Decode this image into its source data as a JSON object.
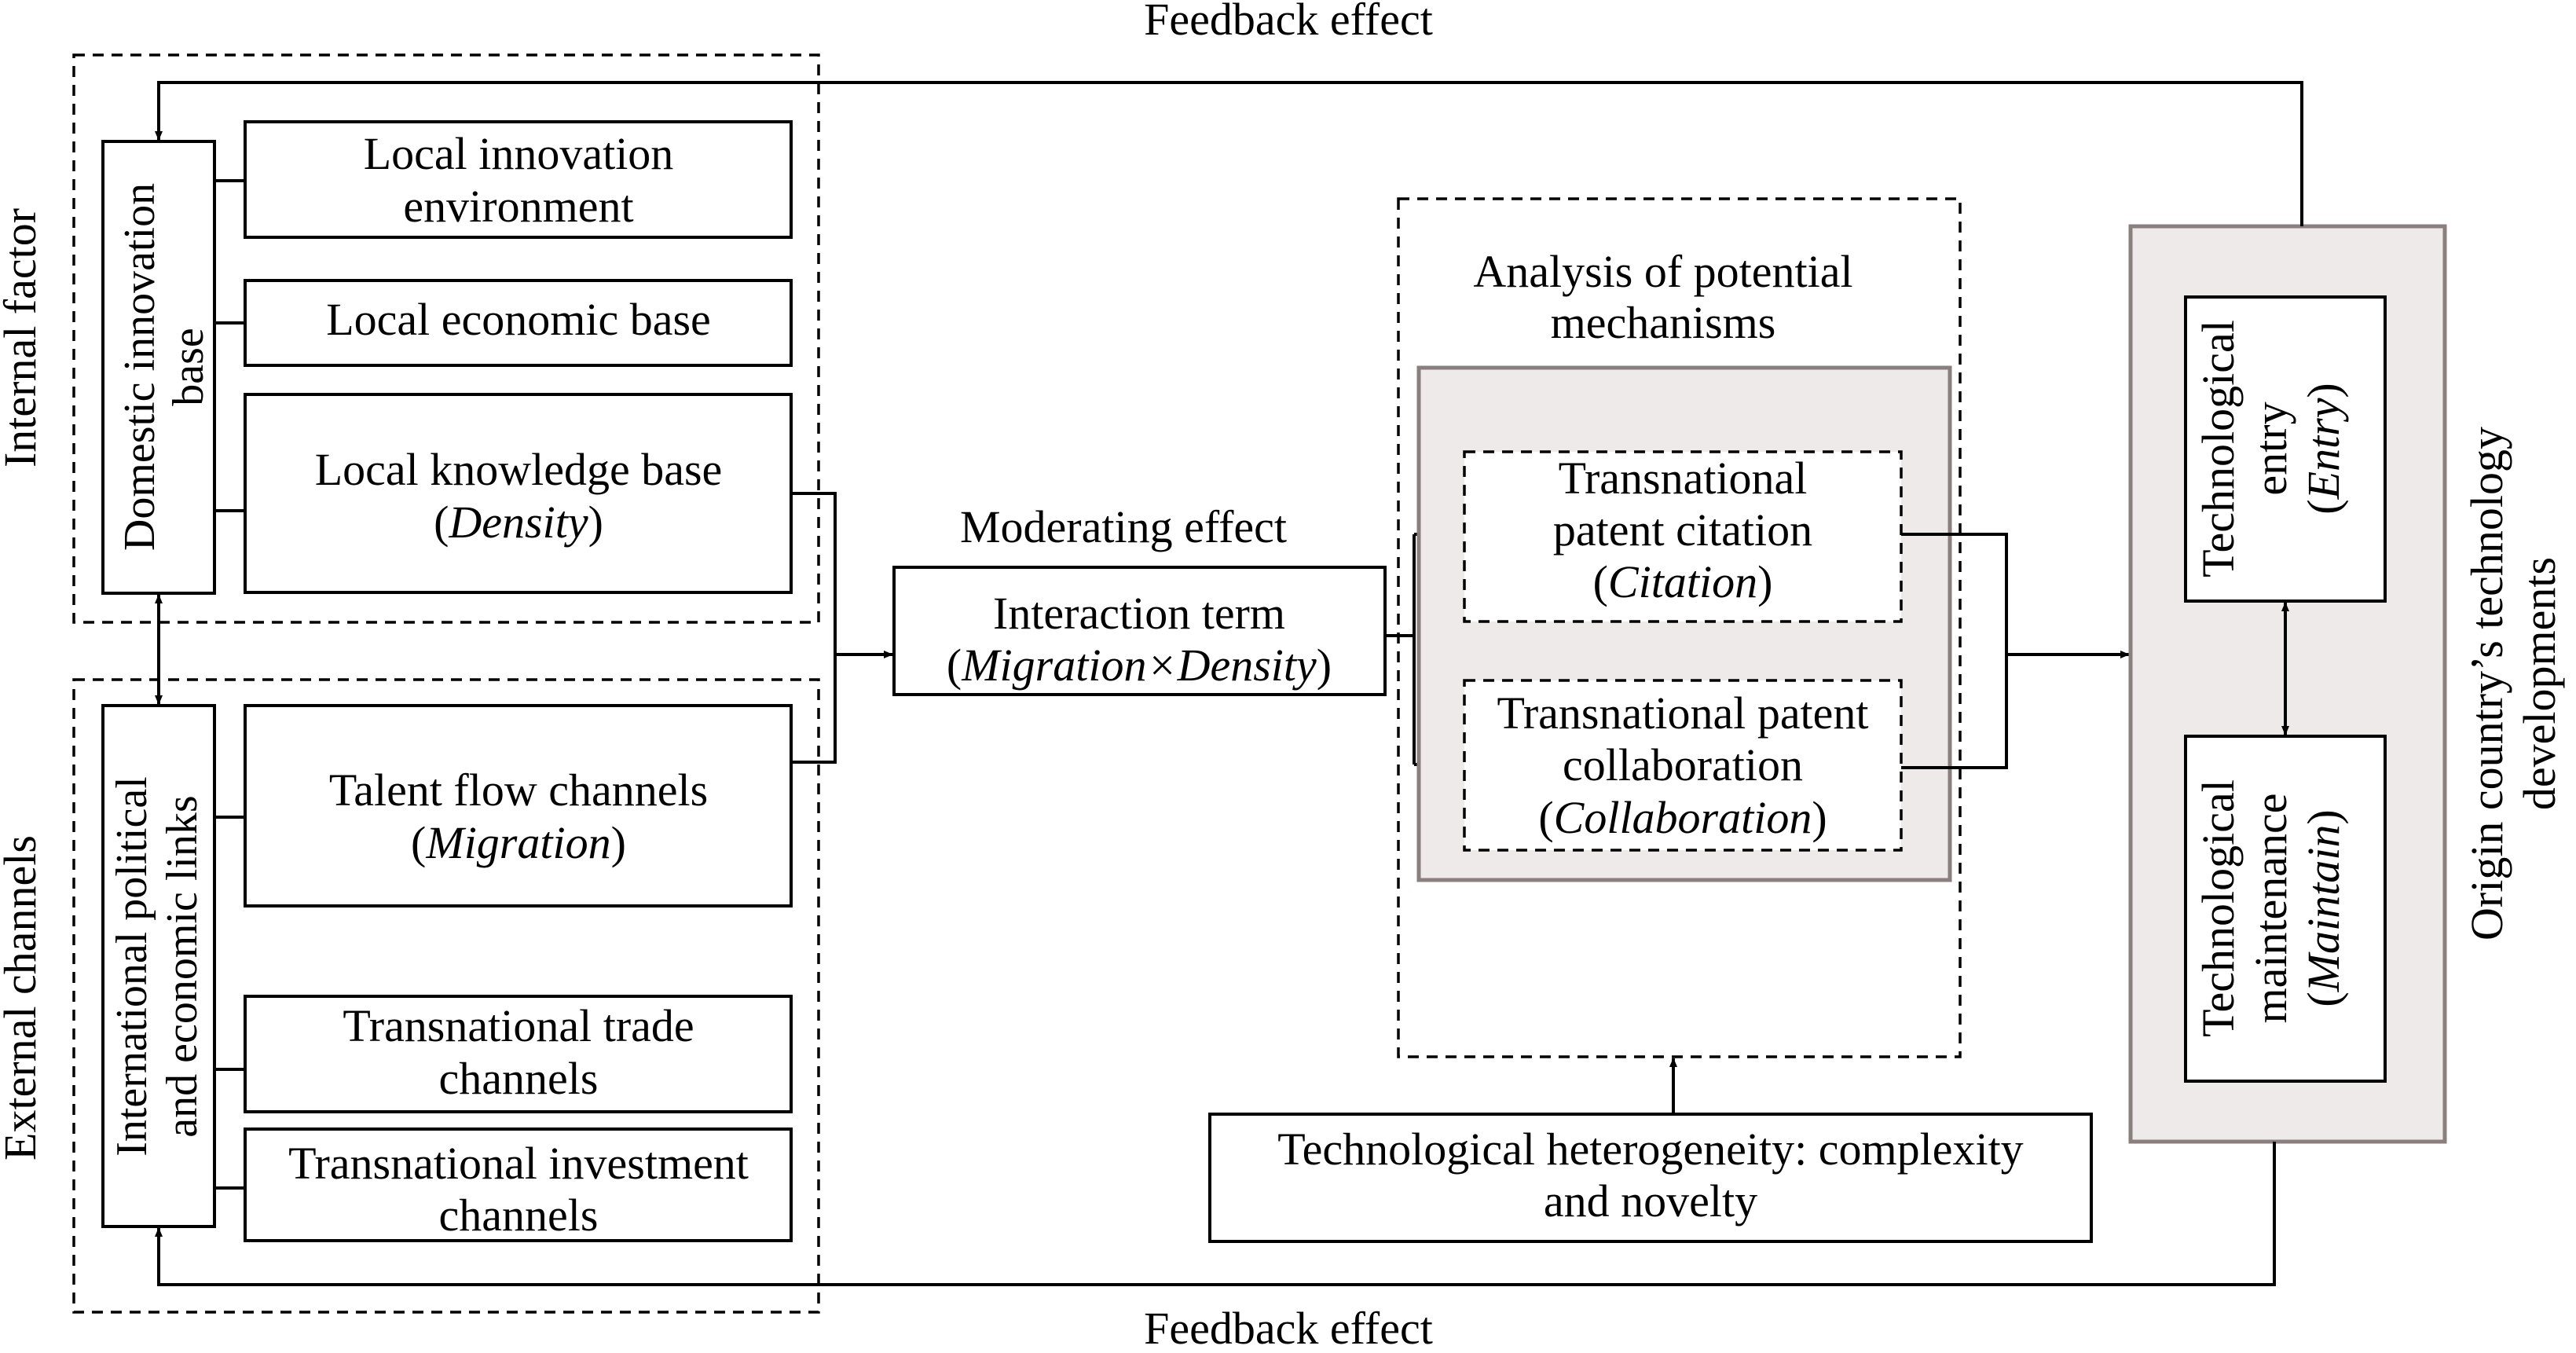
{
  "feedback": {
    "top_label": "Feedback effect",
    "bottom_label": "Feedback effect"
  },
  "internal": {
    "side_label": "Internal factor",
    "base_label_1": "Domestic innovation",
    "base_label_2": "base",
    "env_1": "Local innovation",
    "env_2": "environment",
    "econ": "Local economic base",
    "know_1": "Local knowledge base",
    "know_var": "Density"
  },
  "external": {
    "side_label": "External channels",
    "links_label_1": "International political",
    "links_label_2": "and economic links",
    "talent_1": "Talent flow channels",
    "talent_var": "Migration",
    "trade_1": "Transnational trade",
    "trade_2": "channels",
    "invest_1": "Transnational investment",
    "invest_2": "channels"
  },
  "moderating": {
    "title": "Moderating effect",
    "line1": "Interaction term",
    "var": "Migration×Density"
  },
  "mechanisms": {
    "title_1": "Analysis of potential",
    "title_2": "mechanisms",
    "citation_1": "Transnational",
    "citation_2": "patent citation",
    "citation_var": "Citation",
    "collab_1": "Transnational patent",
    "collab_2": "collaboration",
    "collab_var": "Collaboration"
  },
  "heterogeneity": {
    "line1": "Technological heterogeneity: complexity",
    "line2": "and novelty"
  },
  "outcome": {
    "side_label_1": "Origin country’s technology",
    "side_label_2": "developments",
    "entry_1": "Technological",
    "entry_2": "entry",
    "entry_var": "Entry",
    "maintain_1": "Technological",
    "maintain_2": "maintenance",
    "maintain_var": "Maintain"
  }
}
